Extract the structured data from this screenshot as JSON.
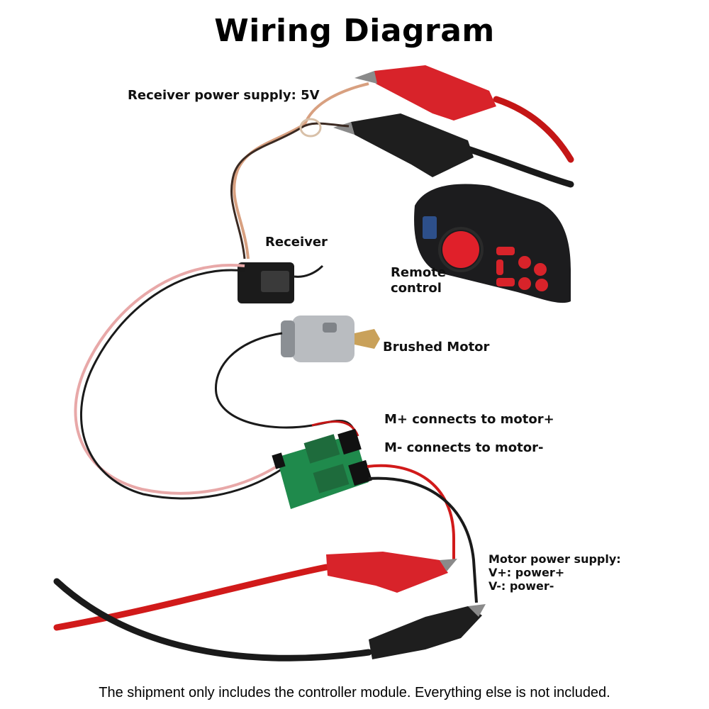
{
  "title": "Wiring Diagram",
  "labels": {
    "receiver_power": "Receiver power supply: 5V",
    "receiver": "Receiver",
    "remote_control_line1": "Remote",
    "remote_control_line2": "control",
    "brushed_motor": "Brushed Motor",
    "m_plus": "M+ connects to motor+",
    "m_minus": "M- connects to motor-",
    "motor_power_line1": "Motor power supply:",
    "motor_power_line2": "V+: power+",
    "motor_power_line3": "V-: power-"
  },
  "footer": "The shipment only includes the controller module. Everything else is not included.",
  "colors": {
    "red_wire": "#d11a1a",
    "black_wire": "#1a1a1a",
    "pcb_green": "#1f8a4c",
    "motor_silver": "#b9bcc0",
    "remote_body": "#1c1c1e",
    "remote_accent": "#e0202a"
  }
}
